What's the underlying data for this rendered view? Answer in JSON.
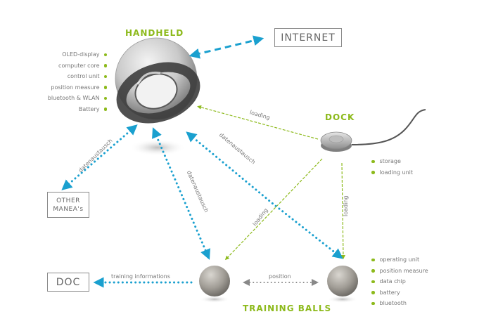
{
  "colors": {
    "accent": "#8dba1c",
    "link_blue": "#1aa0cf",
    "text_gray": "#666666",
    "box_border": "#8a8a8a"
  },
  "titles": {
    "handheld": "HANDHELD",
    "dock": "DOCK",
    "training_balls": "TRAINING BALLS"
  },
  "boxes": {
    "internet": "INTERNET",
    "other": "OTHER MANEA's",
    "doc": "DOC"
  },
  "handheld_features": [
    "OLED-display",
    "computer core",
    "control unit",
    "position measure",
    "bluetooth & WLAN",
    "Battery"
  ],
  "dock_features": [
    "storage",
    "loading unit"
  ],
  "ball_features": [
    "operating unit",
    "position measure",
    "data chip",
    "battery",
    "bluetooth"
  ],
  "connections": {
    "datenaustausch": "datenaustausch",
    "loading": "loading",
    "training_informations": "training informations",
    "position": "position"
  }
}
